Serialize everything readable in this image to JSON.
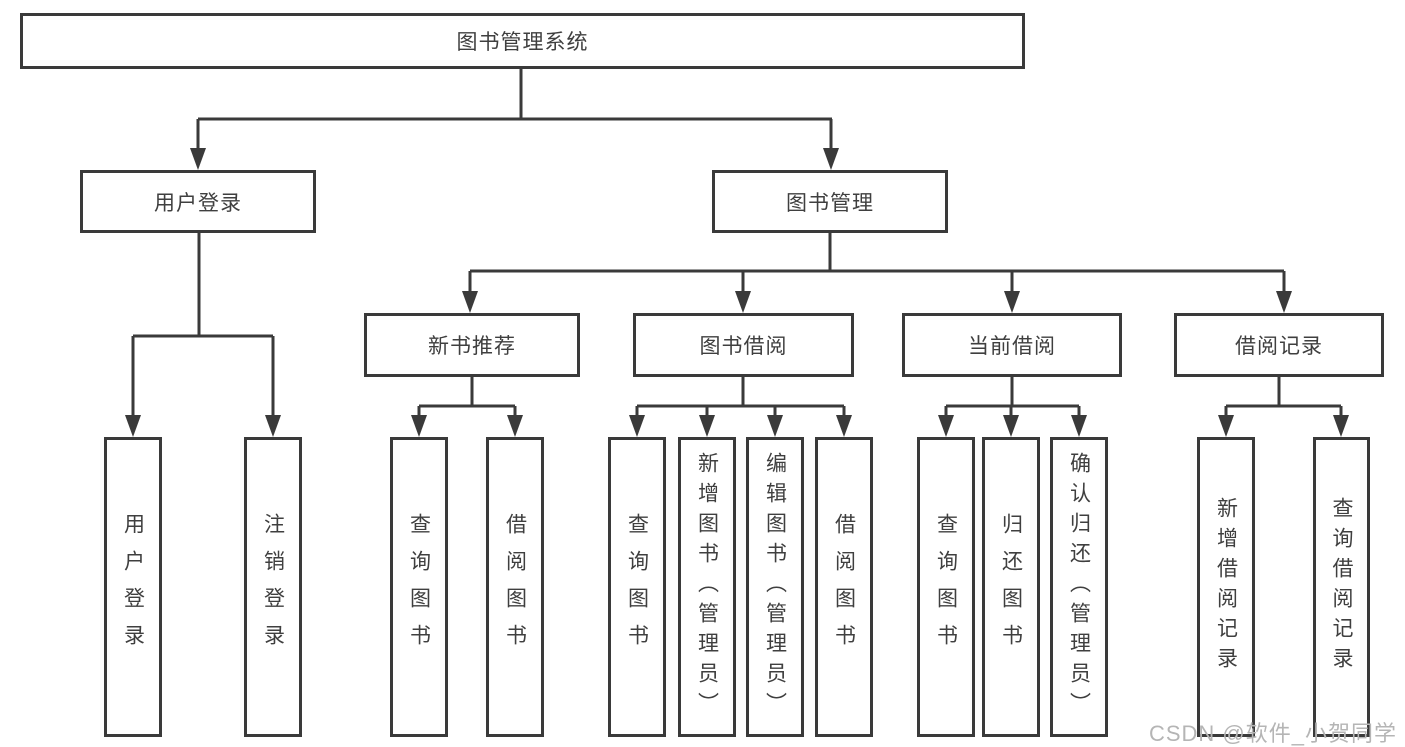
{
  "diagram_type": "hierarchy-tree",
  "tree": {
    "root": "图书管理系统",
    "branches": [
      {
        "label": "用户登录",
        "children": [
          "用户登录",
          "注销登录"
        ]
      },
      {
        "label": "图书管理",
        "children": [
          {
            "label": "新书推荐",
            "children": [
              "查询图书",
              "借阅图书"
            ]
          },
          {
            "label": "图书借阅",
            "children": [
              "查询图书",
              "新增图书（管理员）",
              "编辑图书（管理员）",
              "借阅图书"
            ]
          },
          {
            "label": "当前借阅",
            "children": [
              "查询图书",
              "归还图书",
              "确认归还（管理员）"
            ]
          },
          {
            "label": "借阅记录",
            "children": [
              "新增借阅记录",
              "查询借阅记录"
            ]
          }
        ]
      }
    ]
  },
  "watermark": "CSDN @软件_小贺同学",
  "colors": {
    "line": "#3a3a3a",
    "ink": "#3f3f3f",
    "box_bg": "#ffffff",
    "watermark": "#b5b5b5"
  }
}
